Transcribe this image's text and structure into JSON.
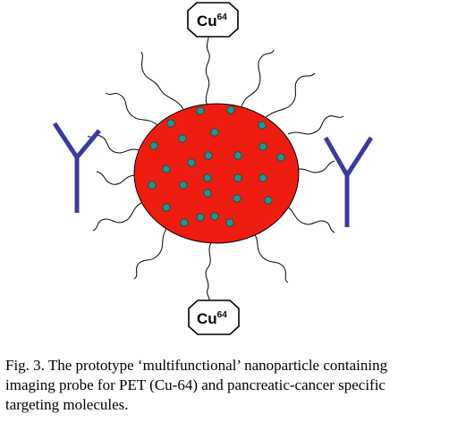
{
  "labels": {
    "top_probe": {
      "element": "Cu",
      "mass": "64"
    },
    "bottom_probe": {
      "element": "Cu",
      "mass": "64"
    }
  },
  "caption": {
    "line1": "Fig. 3. The prototype ‘multifunctional’ nanoparticle containing",
    "line2": "imaging probe for PET (Cu-64) and pancreatic-cancer specific",
    "line3": "targeting molecules."
  },
  "colors": {
    "particle": "#ee1c0e",
    "dot": "#1a9a93",
    "antibody": "#3a3aa0",
    "tether": "#000000"
  }
}
